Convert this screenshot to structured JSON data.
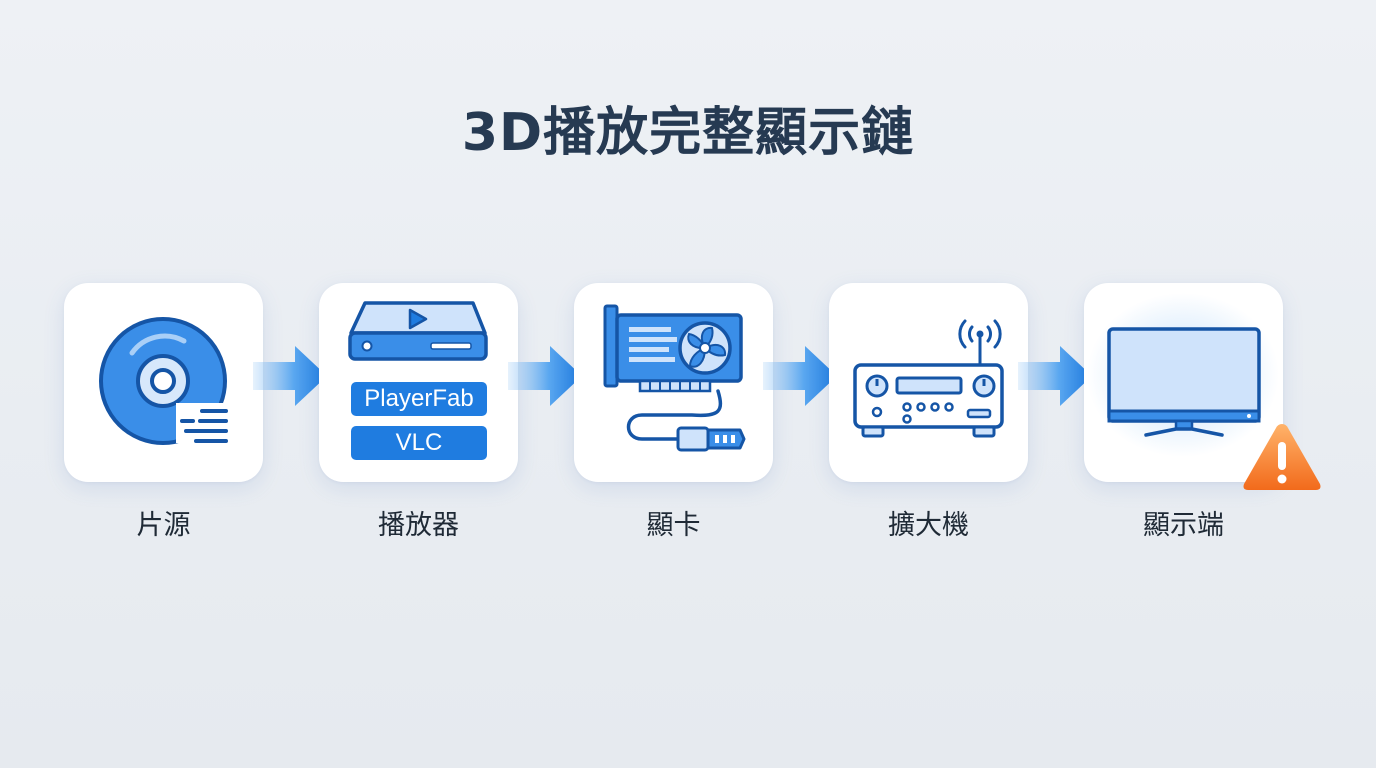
{
  "title": "3D播放完整顯示鏈",
  "steps": [
    {
      "label": "片源",
      "icon": "disc-icon"
    },
    {
      "label": "播放器",
      "icon": "media-player-icon",
      "options": [
        "PlayerFab",
        "VLC"
      ]
    },
    {
      "label": "顯卡",
      "icon": "graphics-card-icon"
    },
    {
      "label": "擴大機",
      "icon": "av-receiver-icon"
    },
    {
      "label": "顯示端",
      "icon": "monitor-icon",
      "badge": "warning-icon"
    }
  ],
  "colors": {
    "primary": "#1f7ce0",
    "dark_blue": "#1555a6",
    "light_blue": "#cfe3fb",
    "title": "#263a52",
    "warning": "#f57a2a"
  }
}
